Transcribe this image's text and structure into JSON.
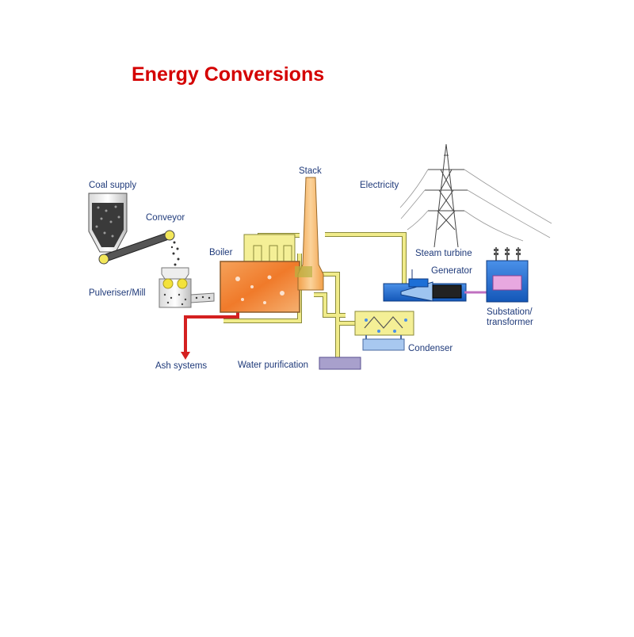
{
  "title": "Energy Conversions",
  "labels": {
    "coal_supply": "Coal supply",
    "conveyor": "Conveyor",
    "pulveriser": "Pulveriser/Mill",
    "boiler": "Boiler",
    "stack": "Stack",
    "electricity": "Electricity",
    "steam_turbine": "Steam turbine",
    "generator": "Generator",
    "substation_line1": "Substation/",
    "substation_line2": "transformer",
    "condenser": "Condenser",
    "water_purification": "Water purification",
    "ash_systems": "Ash systems"
  },
  "colors": {
    "title": "#d40000",
    "label": "#1f3a7a",
    "pipe_yellow": "#f0eb8a",
    "pipe_edge": "#8a8a3a",
    "boiler_orange": "#f07a2a",
    "turbine_blue": "#1d6fd6",
    "ash_red": "#d42020",
    "purification": "#a8a0cc",
    "substation_pink": "#e8a8e0"
  }
}
